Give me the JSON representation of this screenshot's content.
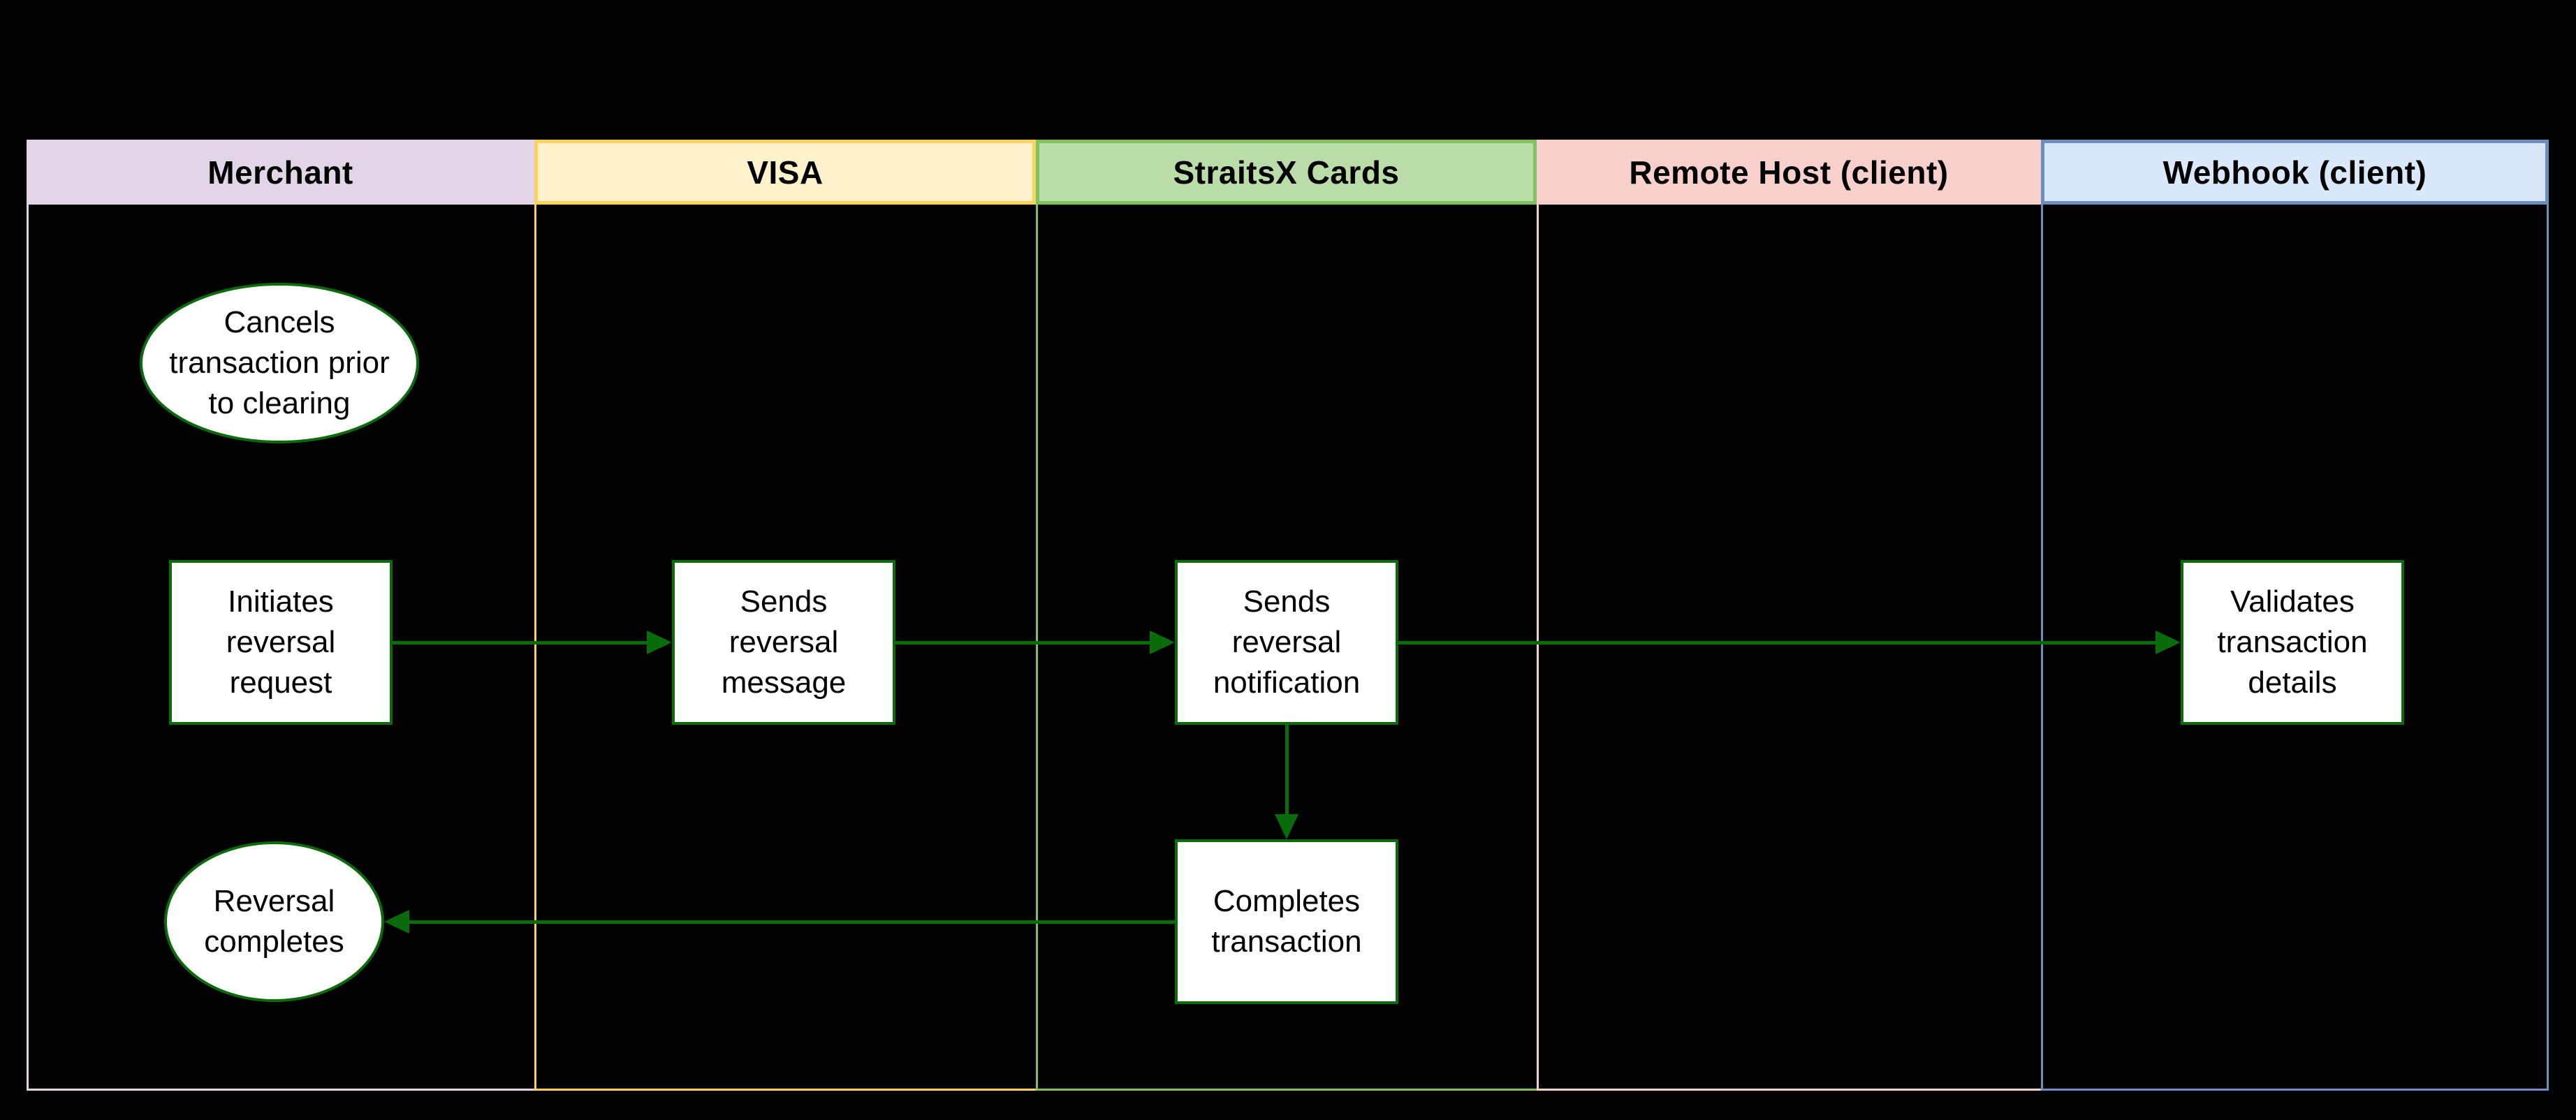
{
  "diagram": {
    "type": "swimlane-flowchart",
    "lanes": [
      {
        "label": "Merchant",
        "fill": "#E1D5E7",
        "border": "#E1D5E7"
      },
      {
        "label": "VISA",
        "fill": "#FFF2CC",
        "border": "#FBD25C"
      },
      {
        "label": "StraitsX Cards",
        "fill": "#B9DCA8",
        "border": "#7EC15D"
      },
      {
        "label": "Remote Host (client)",
        "fill": "#F7CFCB",
        "border": "#F7CFCB"
      },
      {
        "label": "Webhook (client)",
        "fill": "#DAE8FC",
        "border": "#6C8EBF"
      }
    ],
    "nodes": [
      {
        "id": "cancels-transaction",
        "lane": "Merchant",
        "shape": "ellipse",
        "label": "Cancels\ntransaction prior\nto clearing"
      },
      {
        "id": "initiates-reversal",
        "lane": "Merchant",
        "shape": "rectangle",
        "label": "Initiates\nreversal\nrequest"
      },
      {
        "id": "sends-message",
        "lane": "VISA",
        "shape": "rectangle",
        "label": "Sends\nreversal\nmessage"
      },
      {
        "id": "sends-notification",
        "lane": "StraitsX Cards",
        "shape": "rectangle",
        "label": "Sends\nreversal\nnotification"
      },
      {
        "id": "validates-details",
        "lane": "Webhook (client)",
        "shape": "rectangle",
        "label": "Validates\ntransaction\ndetails"
      },
      {
        "id": "completes-transaction",
        "lane": "StraitsX Cards",
        "shape": "rectangle",
        "label": "Completes\ntransaction"
      },
      {
        "id": "reversal-completes",
        "lane": "Merchant",
        "shape": "ellipse",
        "label": "Reversal\ncompletes"
      }
    ],
    "edges": [
      {
        "from": "initiates-reversal",
        "to": "sends-message",
        "direction": "right"
      },
      {
        "from": "sends-message",
        "to": "sends-notification",
        "direction": "right"
      },
      {
        "from": "sends-notification",
        "to": "validates-details",
        "direction": "right"
      },
      {
        "from": "sends-notification",
        "to": "completes-transaction",
        "direction": "down"
      },
      {
        "from": "completes-transaction",
        "to": "reversal-completes",
        "direction": "left"
      }
    ],
    "colors": {
      "background": "#000000",
      "node_fill": "#FFFFFF",
      "node_border": "#0B6B0B",
      "arrow": "#0A6B0A",
      "text": "#000000"
    }
  }
}
